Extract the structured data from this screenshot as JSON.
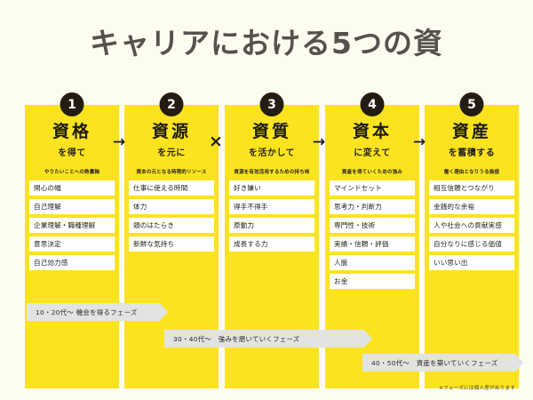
{
  "page": {
    "title": "キャリアにおける5つの資",
    "background_color": "#fdfcf0",
    "accent_color": "#fbe41f",
    "badge_color": "#241c12",
    "banner_color": "#e3e3e3",
    "footnote": "※フェーズには個人差があります"
  },
  "columns": [
    {
      "number": "1",
      "title": "資格",
      "subtitle": "を得て",
      "note": "やりたいことへの熱量軸",
      "items": [
        "関心の幅",
        "自己理解",
        "企業理解・職種理解",
        "意思決定",
        "自己効力感"
      ]
    },
    {
      "number": "2",
      "title": "資源",
      "subtitle": "を元に",
      "note": "資本の元となる時限的リソース",
      "items": [
        "仕事に使える時間",
        "体力",
        "頭のはたらき",
        "新鮮な気持ち"
      ]
    },
    {
      "number": "3",
      "title": "資質",
      "subtitle": "を活かして",
      "note": "資源を有効活用するための持ち味",
      "items": [
        "好き嫌い",
        "得手不得手",
        "原動力",
        "成長する力"
      ]
    },
    {
      "number": "4",
      "title": "資本",
      "subtitle": "に変えて",
      "note": "資産を得ていくための強み",
      "items": [
        "マインドセット",
        "思考力・判断力",
        "専門性・技術",
        "実績・信頼・評価",
        "人脈",
        "お金"
      ]
    },
    {
      "number": "5",
      "title": "資産",
      "subtitle": "を蓄積する",
      "note": "働く理由となりうる価値",
      "items": [
        "相互信頼とつながり",
        "金銭的な余裕",
        "人や社会への貢献実感",
        "自分なりに感じる価値",
        "いい思い出"
      ]
    }
  ],
  "connectors": [
    {
      "symbol": "→",
      "name": "arrow-right-icon"
    },
    {
      "symbol": "×",
      "name": "multiply-icon"
    },
    {
      "symbol": "→",
      "name": "arrow-right-icon"
    },
    {
      "symbol": "→",
      "name": "arrow-right-icon"
    }
  ],
  "phase_banners": [
    {
      "label": "10・20代〜 機会を得るフェーズ"
    },
    {
      "label": "30・40代〜　強みを磨いていくフェーズ"
    },
    {
      "label": "40・50代〜　資産を築いていくフェーズ"
    }
  ]
}
